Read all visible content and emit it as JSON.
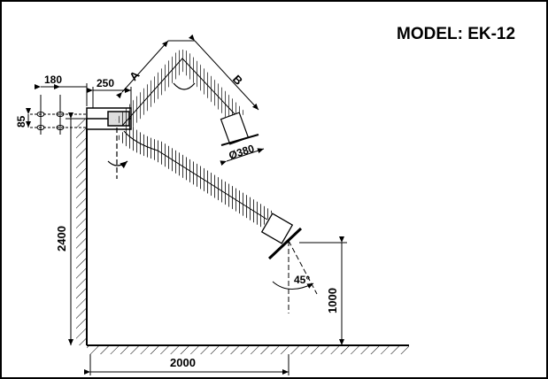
{
  "title": "MODEL: EK-12",
  "dimensions": {
    "width_bracket": "180",
    "height_bracket": "85",
    "depth_mount": "250",
    "arm_a": "A",
    "arm_b": "B",
    "hood_diameter": "Ø380",
    "mount_height": "2400",
    "reach": "2000",
    "hood_height": "1000",
    "angle": "45°"
  },
  "colors": {
    "line": "#000000",
    "background": "#ffffff"
  }
}
